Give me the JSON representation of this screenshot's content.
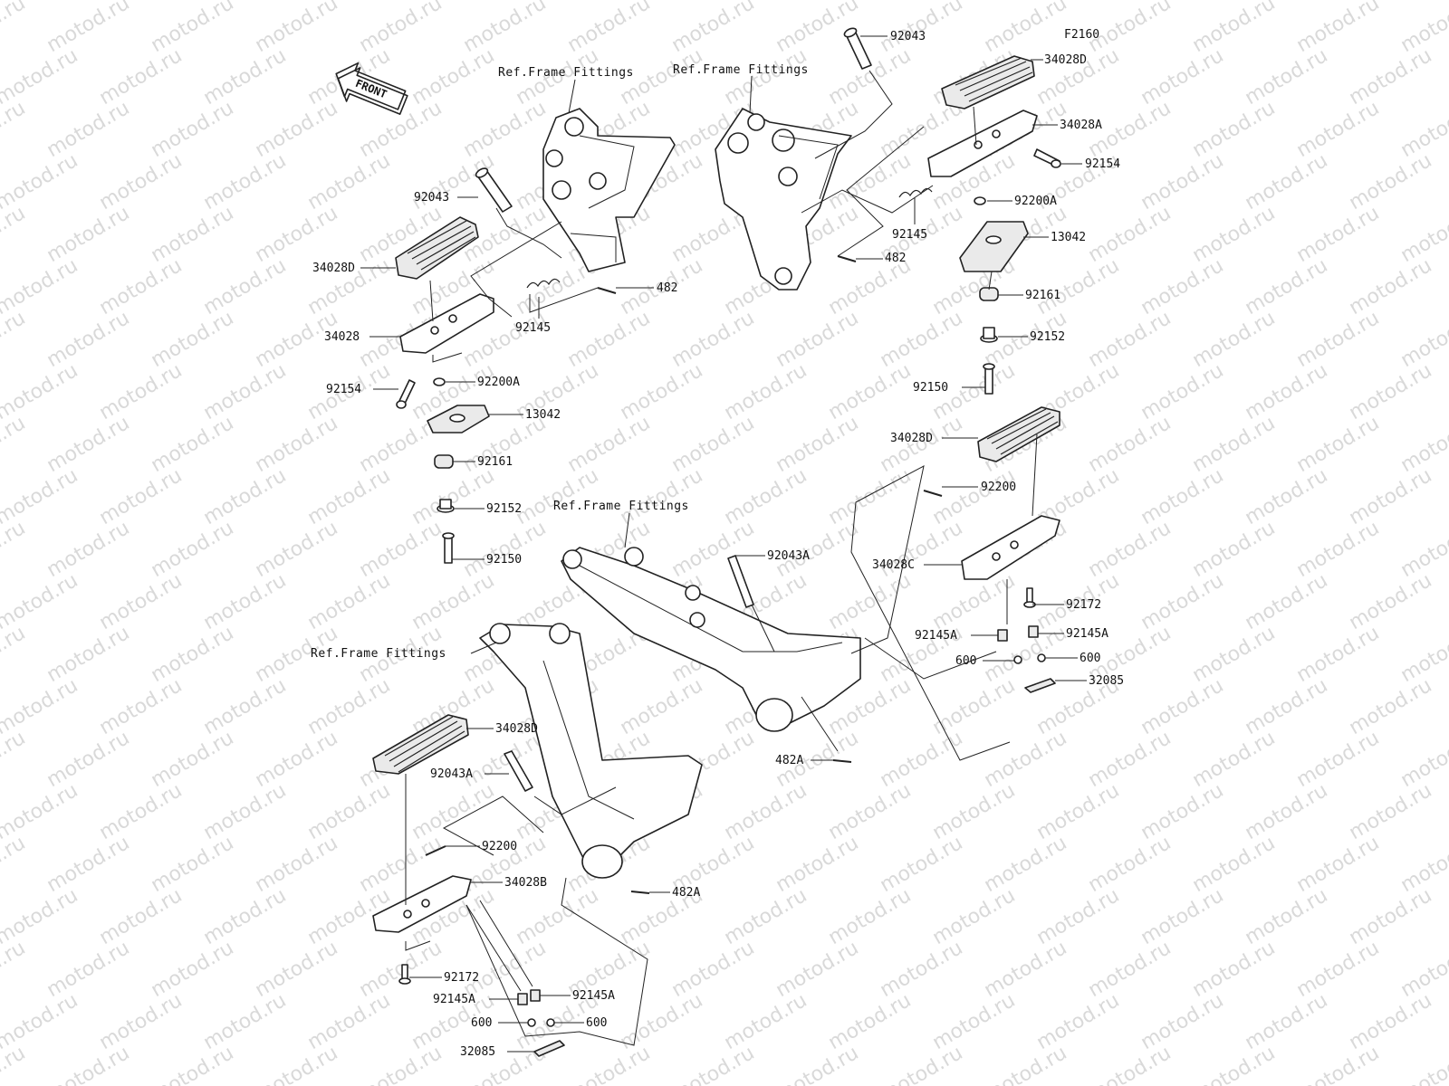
{
  "diagram": {
    "code": "F2160",
    "front_label": "FRONT",
    "watermark": "motod.ru",
    "ref_labels": [
      "Ref.Frame Fittings",
      "Ref.Frame Fittings",
      "Ref.Frame Fittings",
      "Ref.Frame Fittings"
    ],
    "callouts": [
      "92043",
      "34028D",
      "34028A",
      "92154",
      "92200A",
      "92145",
      "482",
      "13042",
      "92161",
      "92152",
      "92150",
      "92043",
      "34028D",
      "34028",
      "92145",
      "482",
      "92154",
      "92200A",
      "13042",
      "92161",
      "92152",
      "92150",
      "34028D",
      "92200",
      "34028C",
      "92043A",
      "92172",
      "92145A",
      "92145A",
      "600",
      "600",
      "32085",
      "482A",
      "34028D",
      "92043A",
      "92200",
      "34028B",
      "482A",
      "92172",
      "92145A",
      "92145A",
      "600",
      "600",
      "32085"
    ]
  }
}
